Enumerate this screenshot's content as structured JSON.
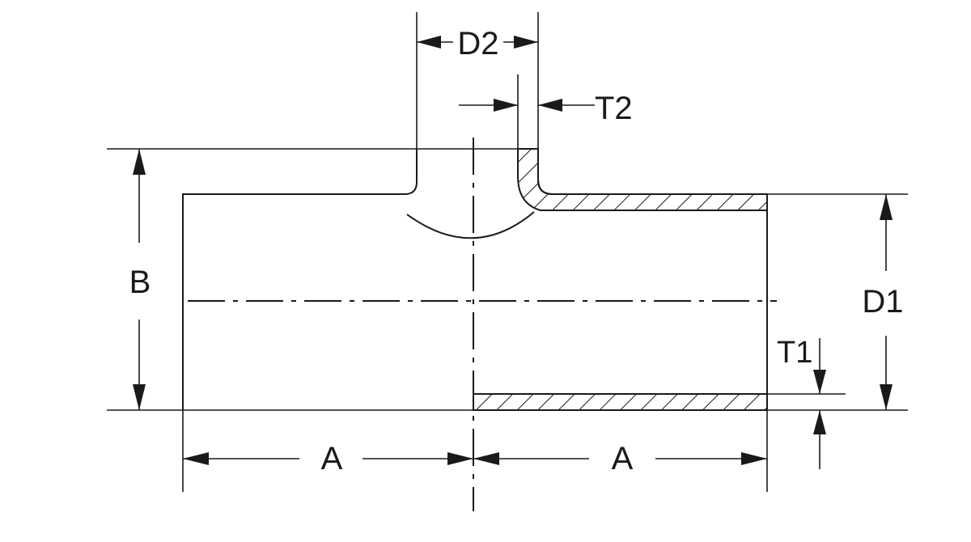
{
  "labels": {
    "d2": "D2",
    "t2": "T2",
    "b": "B",
    "d1": "D1",
    "t1": "T1",
    "a_left": "A",
    "a_right": "A"
  },
  "colors": {
    "line": "#1a1a1a",
    "background": "#ffffff"
  }
}
